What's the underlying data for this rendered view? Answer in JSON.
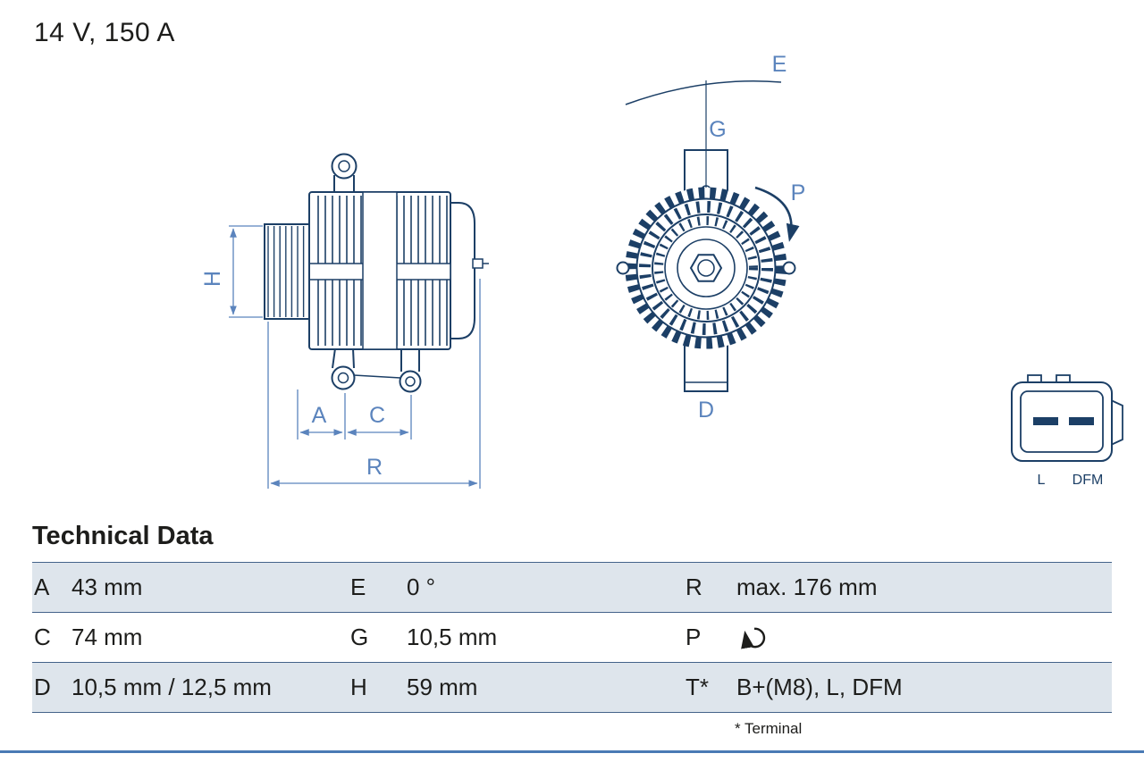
{
  "header": {
    "rating": "14 V, 150 A"
  },
  "drawing": {
    "side_view": {
      "dim_labels": {
        "h": "H",
        "a": "A",
        "c": "C",
        "r": "R"
      }
    },
    "front_view": {
      "dim_labels": {
        "e": "E",
        "g": "G",
        "p": "P",
        "d": "D"
      }
    },
    "connector": {
      "pin_labels": {
        "l": "L",
        "dfm": "DFM"
      }
    }
  },
  "table": {
    "title": "Technical Data",
    "rows": [
      [
        {
          "key": "A",
          "value": "43 mm"
        },
        {
          "key": "E",
          "value": "0 °"
        },
        {
          "key": "R",
          "value": "max. 176 mm"
        }
      ],
      [
        {
          "key": "C",
          "value": "74 mm"
        },
        {
          "key": "G",
          "value": "10,5 mm"
        },
        {
          "key": "P",
          "value": "",
          "icon": "rotation-direction-icon"
        }
      ],
      [
        {
          "key": "D",
          "value": "10,5 mm / 12,5 mm"
        },
        {
          "key": "H",
          "value": "59 mm"
        },
        {
          "key": "T*",
          "value": "B+(M8), L, DFM"
        }
      ]
    ],
    "footnote": "* Terminal"
  },
  "colors": {
    "line": "#1c3f66",
    "dimension": "#5b84bd",
    "row_alt_bg": "#dee5ec",
    "table_line": "#44638a",
    "bottom_bar": "#4a7ab5"
  }
}
